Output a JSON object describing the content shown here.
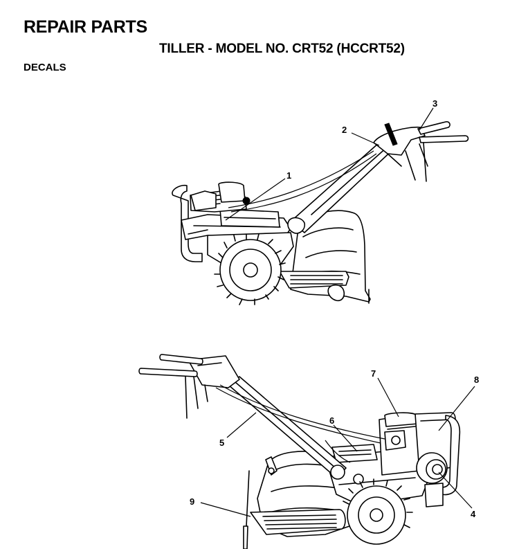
{
  "header": {
    "title": "REPAIR PARTS",
    "subtitle": "TILLER - MODEL NO. CRT52 (HCCRT52)",
    "section": "DECALS"
  },
  "callouts": {
    "c1": "1",
    "c2": "2",
    "c3": "3",
    "c4": "4",
    "c5": "5",
    "c6": "6",
    "c7": "7",
    "c8": "8",
    "c9": "9"
  }
}
